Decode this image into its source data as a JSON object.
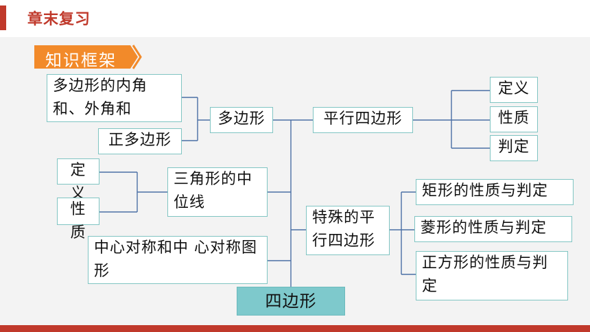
{
  "header": {
    "title": "章末复习"
  },
  "badge": {
    "label": "知识框架"
  },
  "nodes": {
    "root": "四边形",
    "polygon": "多边形",
    "polygon_angles": "多边形的内角和、外角和",
    "regular_polygon": "正多边形",
    "parallelogram": "平行四边形",
    "pg_definition": "定义",
    "pg_property": "性质",
    "pg_judgement": "判定",
    "midline": "三角形的中位线",
    "mid_definition": "定义",
    "mid_property": "性质",
    "special_pg": "特殊的平行四边形",
    "rectangle": "矩形的性质与判定",
    "rhombus": "菱形的性质与判定",
    "square": "正方形的性质与判定",
    "central_symmetry": "中心对称和中 心对称图形"
  },
  "colors": {
    "accent": "#c0392b",
    "box_border": "#7fc4c2",
    "root_fill": "#7ec9cc",
    "line": "#4a6fa5",
    "badge": "#f28a2a"
  }
}
